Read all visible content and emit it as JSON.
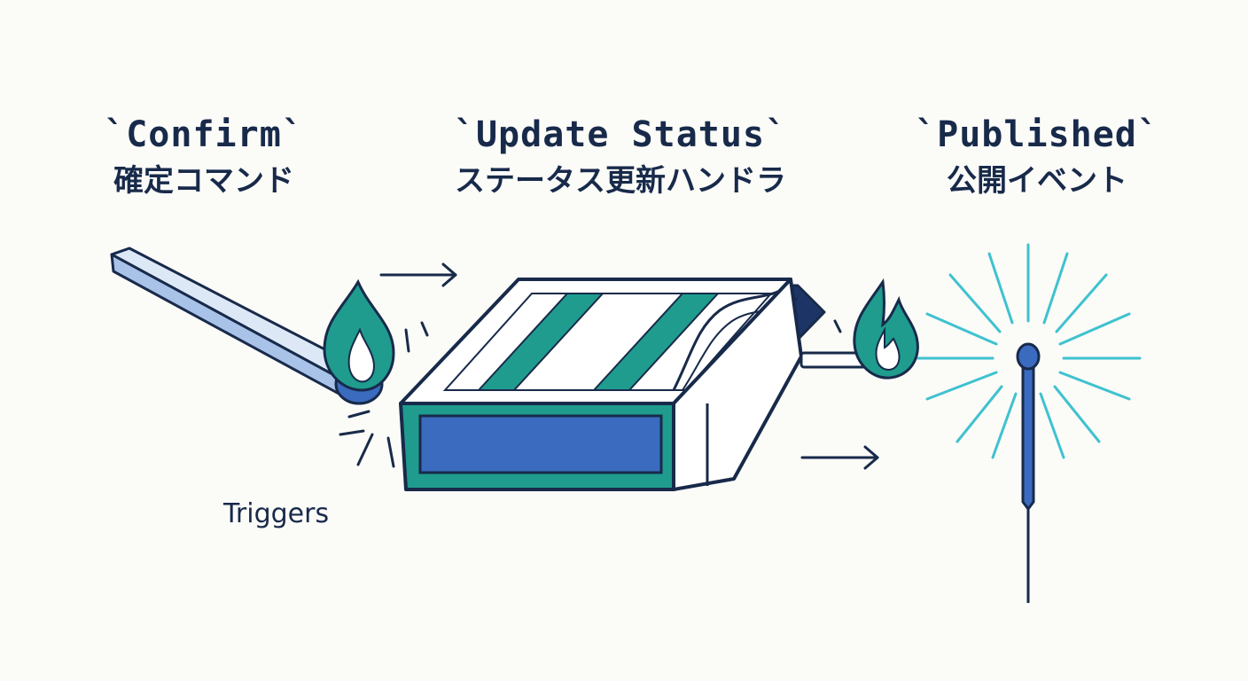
{
  "stages": [
    {
      "code": "`Confirm`",
      "jp": "確定コマンド"
    },
    {
      "code": "`Update Status`",
      "jp": "ステータス更新ハンドラ"
    },
    {
      "code": "`Published`",
      "jp": "公開イベント"
    }
  ],
  "annotation": "Triggers",
  "colors": {
    "navy": "#182a4a",
    "teal": "#1f9c8e",
    "blue": "#3a6bbf",
    "light_blue": "#dde8f6",
    "spark": "#3fc2cf"
  }
}
